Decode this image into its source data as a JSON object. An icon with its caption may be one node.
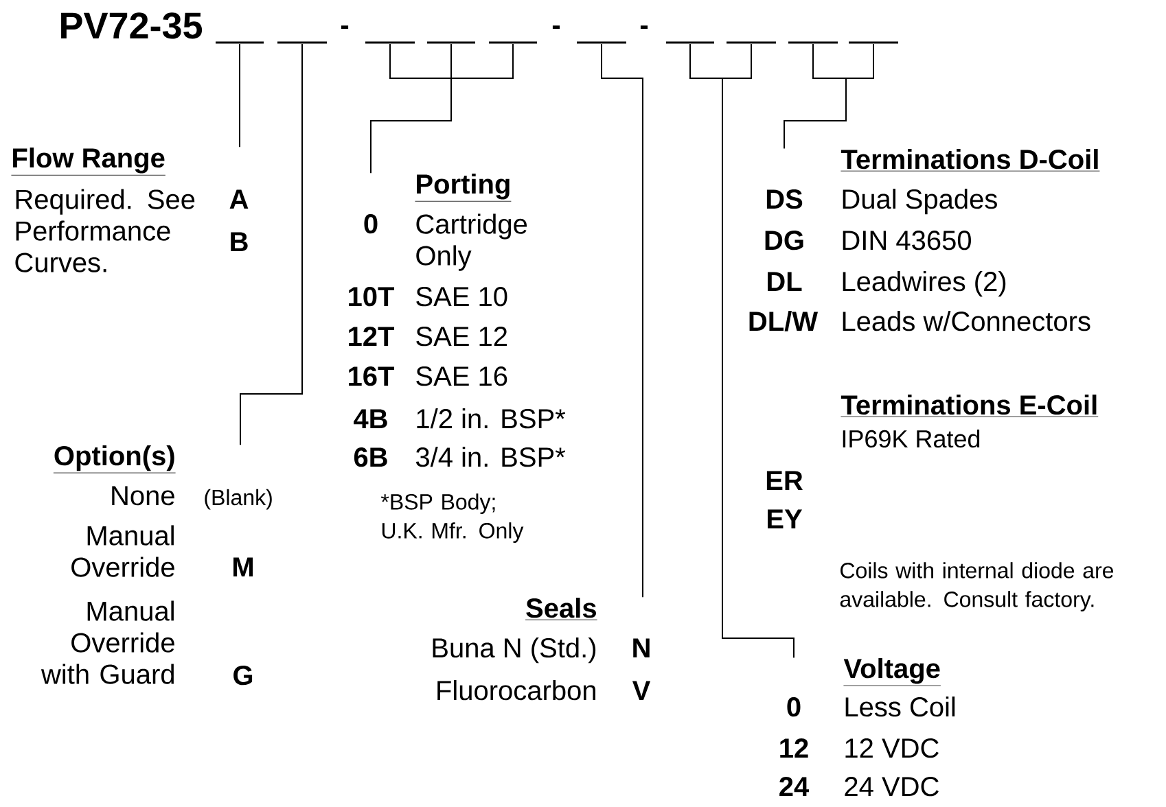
{
  "diagram": {
    "nodes": [
      {
        "text": [],
        "shape": "bar"
      },
      {
        "text": [],
        "shape": "bar"
      },
      {
        "text": [],
        "shape": "bar"
      },
      {
        "text": [],
        "shape": "bar"
      },
      {
        "text": [],
        "shape": "bar"
      },
      {
        "text": [],
        "shape": "bar"
      },
      {
        "text": [],
        "shape": "bar"
      },
      {
        "text": [],
        "shape": "bar"
      },
      {
        "text": [],
        "shape": "bar"
      },
      {
        "text": [],
        "shape": "bar"
      },
      {
        "text": [
          "Flow Range",
          "Required. See Performance Curves.",
          "A",
          "B"
        ]
      },
      {
        "text": [
          "Option(s)",
          "None",
          "(Blank)",
          "Manual Override",
          "M",
          "Manual Override with Guard",
          "G"
        ]
      },
      {
        "text": [
          "Porting",
          "0",
          "Cartridge Only",
          "10T",
          "SAE 10",
          "12T",
          "SAE 12",
          "16T",
          "SAE 16",
          "4B",
          "1/2 in. BSP*",
          "6B",
          "3/4 in. BSP*",
          "*BSP Body; U.K. Mfr. Only"
        ]
      },
      {
        "text": [
          "Seals",
          "Buna N (Std.)",
          "N",
          "Fluorocarbon",
          "V"
        ]
      },
      {
        "text": [
          "Voltage",
          "0",
          "Less Coil",
          "12",
          "12 VDC",
          "24",
          "24 VDC"
        ]
      },
      {
        "text": [
          "Terminations D-Coil",
          "DS",
          "Dual Spades",
          "DG",
          "DIN 43650",
          "DL",
          "Leadwires (2)",
          "DL/W",
          "Leads w/Connectors",
          "Terminations E-Coil",
          "IP69K Rated",
          "ER",
          "EY",
          "Coils with internal diode are available. Consult factory."
        ]
      }
    ],
    "edges": [
      {
        "from": 0,
        "to": 10,
        "arrow": "none"
      },
      {
        "from": 1,
        "to": 11,
        "arrow": "none"
      },
      {
        "from": 2,
        "to": 12,
        "arrow": "none"
      },
      {
        "from": 3,
        "to": 12,
        "arrow": "none"
      },
      {
        "from": 4,
        "to": 12,
        "arrow": "none"
      },
      {
        "from": 5,
        "to": 13,
        "arrow": "none"
      },
      {
        "from": 6,
        "to": 14,
        "arrow": "none"
      },
      {
        "from": 7,
        "to": 14,
        "arrow": "none"
      },
      {
        "from": 8,
        "to": 15,
        "arrow": "none"
      },
      {
        "from": 9,
        "to": 15,
        "arrow": "none"
      }
    ],
    "labels": [
      "PV72-35",
      "-",
      "-",
      "-"
    ]
  }
}
